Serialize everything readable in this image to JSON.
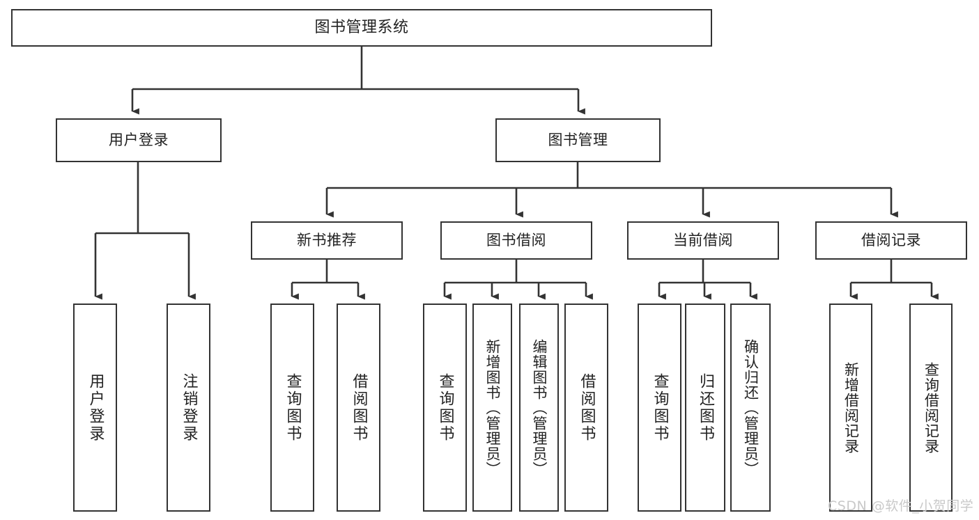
{
  "diagram": {
    "type": "tree-hierarchy",
    "title": "图书管理系统",
    "orientation": "top-down",
    "line_color": "#333333",
    "box_fill": "#ffffff",
    "text_color": "#222222"
  },
  "watermark": {
    "text": "CSDN @软件_小贺同学",
    "color": "#c9c9c9"
  },
  "nodes": {
    "root": {
      "label": "图书管理系统"
    },
    "level1": [
      {
        "label": "用户登录"
      },
      {
        "label": "图书管理"
      }
    ],
    "level2": [
      {
        "label": "新书推荐"
      },
      {
        "label": "图书借阅"
      },
      {
        "label": "当前借阅"
      },
      {
        "label": "借阅记录"
      }
    ],
    "leaves": {
      "user_login": [
        {
          "label": "用户登录"
        },
        {
          "label": "注销登录"
        }
      ],
      "new_book": [
        {
          "label": "查询图书"
        },
        {
          "label": "借阅图书"
        }
      ],
      "borrow_book": [
        {
          "label": "查询图书"
        },
        {
          "label": "新增图书（管理员）"
        },
        {
          "label": "编辑图书（管理员）"
        },
        {
          "label": "借阅图书"
        }
      ],
      "current_borrow": [
        {
          "label": "查询图书"
        },
        {
          "label": "归还图书"
        },
        {
          "label": "确认归还（管理员）"
        }
      ],
      "borrow_record": [
        {
          "label": "新增借阅记录"
        },
        {
          "label": "查询借阅记录"
        }
      ]
    }
  }
}
